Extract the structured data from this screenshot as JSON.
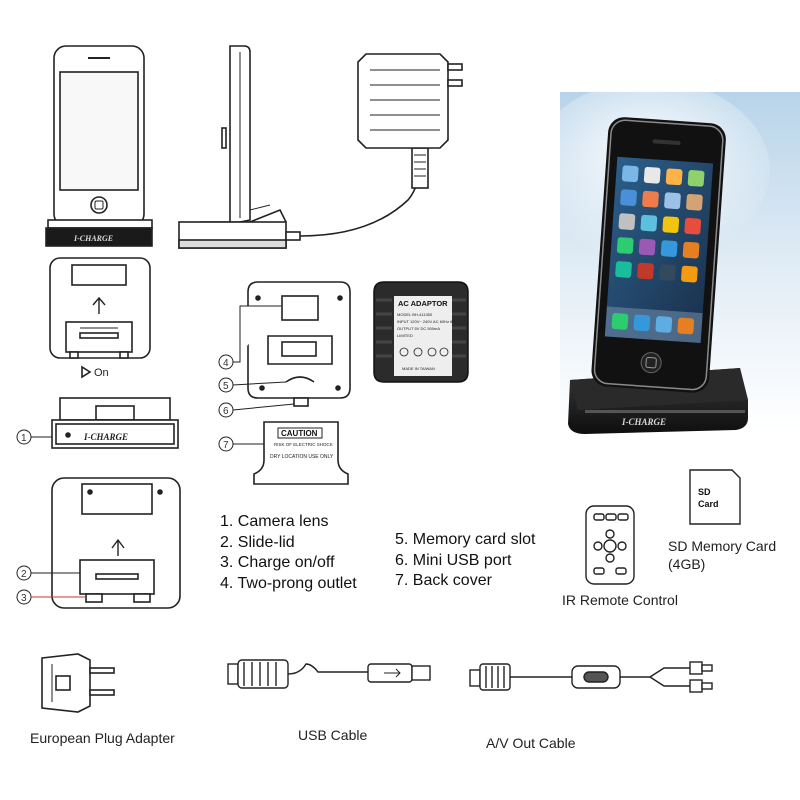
{
  "brand": "I-CHARGE",
  "on_label": "On",
  "callouts": [
    "1",
    "2",
    "3",
    "4",
    "5",
    "6",
    "7"
  ],
  "adaptor_label": {
    "title": "AC ADAPTOR",
    "lines": [
      "MODEL BH-411350",
      "INPUT 120V~ 240V AC 60Hz 6W",
      "OUTPUT 5V DC 500mA",
      "LIMITED"
    ],
    "footer": "MADE IN TAIWAN"
  },
  "caution": {
    "title": "CAUTION",
    "line1": "RISK OF ELECTRIC SHOCK",
    "line2": "DRY LOCATION USE ONLY"
  },
  "legend_left": [
    "1. Camera lens",
    "2. Slide-lid",
    "3. Charge on/off",
    "4. Two-prong outlet"
  ],
  "legend_right": [
    "5. Memory card slot",
    "6. Mini USB port",
    "7. Back cover"
  ],
  "sd_card": {
    "label_line1": "SD",
    "label_line2": "Card",
    "caption_line1": "SD Memory Card",
    "caption_line2": "(4GB)"
  },
  "remote_caption": "IR Remote Control",
  "accessories": {
    "plug": "European Plug Adapter",
    "usb": "USB Cable",
    "av": "A/V Out Cable"
  }
}
